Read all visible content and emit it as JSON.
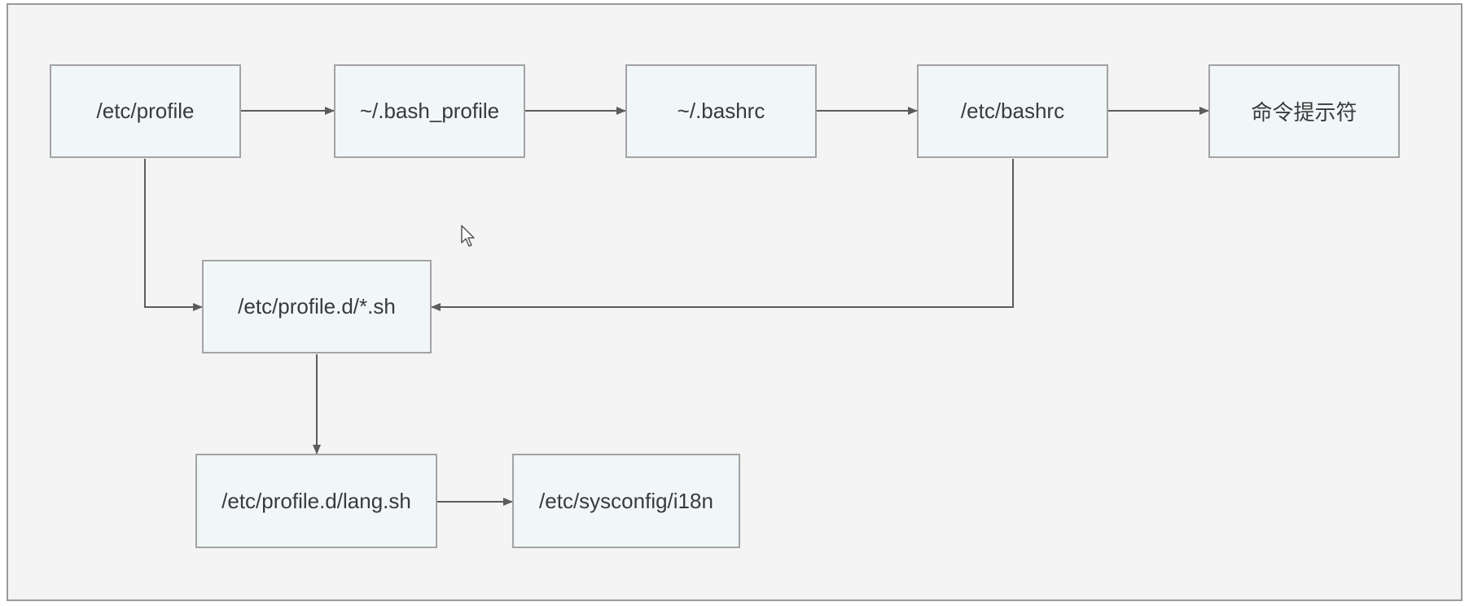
{
  "diagram": {
    "nodes": [
      {
        "id": "etc-profile",
        "label": "/etc/profile"
      },
      {
        "id": "bash-profile",
        "label": "~/.bash_profile"
      },
      {
        "id": "bashrc-home",
        "label": "~/.bashrc"
      },
      {
        "id": "etc-bashrc",
        "label": "/etc/bashrc"
      },
      {
        "id": "command-prompt",
        "label": "命令提示符"
      },
      {
        "id": "profile-d",
        "label": "/etc/profile.d/*.sh"
      },
      {
        "id": "lang-sh",
        "label": "/etc/profile.d/lang.sh"
      },
      {
        "id": "i18n",
        "label": "/etc/sysconfig/i18n"
      }
    ],
    "edges": [
      {
        "from": "etc-profile",
        "to": "bash-profile"
      },
      {
        "from": "bash-profile",
        "to": "bashrc-home"
      },
      {
        "from": "bashrc-home",
        "to": "etc-bashrc"
      },
      {
        "from": "etc-bashrc",
        "to": "command-prompt"
      },
      {
        "from": "etc-profile",
        "to": "profile-d"
      },
      {
        "from": "etc-bashrc",
        "to": "profile-d"
      },
      {
        "from": "profile-d",
        "to": "lang-sh"
      },
      {
        "from": "lang-sh",
        "to": "i18n"
      }
    ]
  }
}
